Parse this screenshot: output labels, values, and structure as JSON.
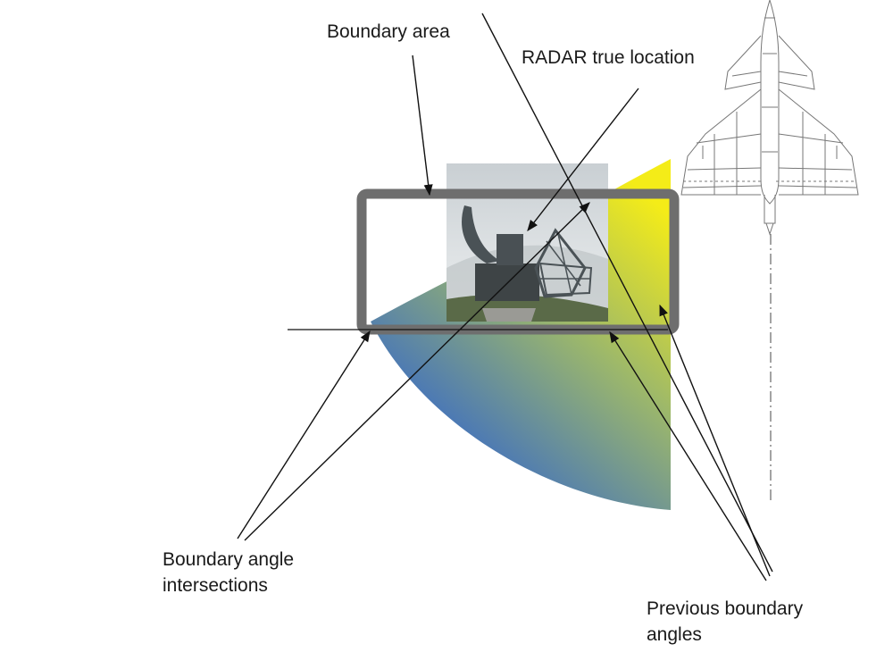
{
  "labels": {
    "boundary_area": "Boundary area",
    "radar_true_location": "RADAR true location",
    "boundary_angle_intersections": [
      "Boundary angle",
      "intersections"
    ],
    "previous_boundary_angles": [
      "Previous boundary",
      "angles"
    ]
  },
  "colors": {
    "boundary_frame": "#6e6e6e",
    "coverage_yellow": "#f0e81e",
    "coverage_blue": "#3f6fc2",
    "arrow_stroke": "#111111",
    "aircraft_stroke": "#777777"
  },
  "icons": {
    "aircraft": "aircraft-top-view-icon",
    "radar": "radar-antenna-photo-icon"
  }
}
